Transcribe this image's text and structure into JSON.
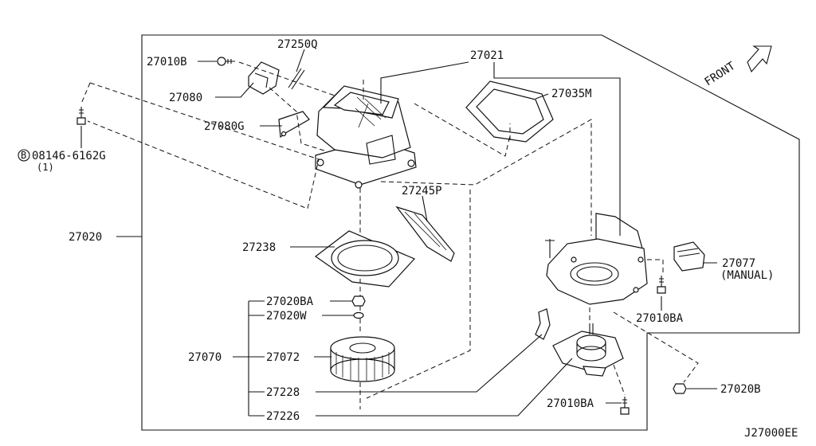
{
  "front_label": "FRONT",
  "drawing_code": "J27000EE",
  "bolt_spec": {
    "circle_letter": "B",
    "number": "08146-6162G",
    "qty": "(1)"
  },
  "parts": {
    "p27010B_top": "27010B",
    "p27250Q": "27250Q",
    "p27021": "27021",
    "p27080": "27080",
    "p27035M": "27035M",
    "p27080G": "27080G",
    "p27245P": "27245P",
    "p27020": "27020",
    "p27238": "27238",
    "p27077": "27077",
    "p27077_note": "(MANUAL)",
    "p27020BA": "27020BA",
    "p27020W": "27020W",
    "p27010BA_right": "27010BA",
    "p27070": "27070",
    "p27072": "27072",
    "p27228": "27228",
    "p27020B": "27020B",
    "p27010BA_bottom": "27010BA",
    "p27226": "27226"
  },
  "icons": [
    "front-arrow-icon",
    "bolt-icon",
    "nut-icon",
    "washer-icon",
    "clip-icon"
  ]
}
